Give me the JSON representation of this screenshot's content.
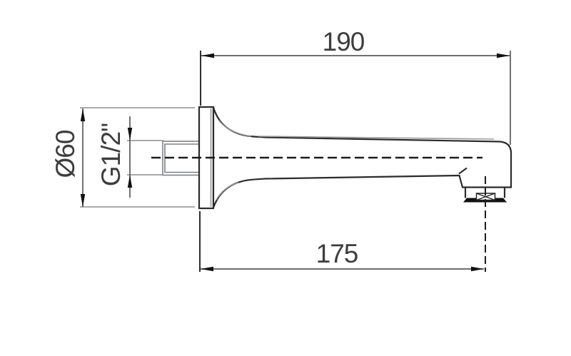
{
  "figure": {
    "dimensions": {
      "length_overall": "190",
      "length_to_outlet": "175",
      "flange_diameter": "Ø60",
      "thread_size": "G1/2\""
    },
    "colors": {
      "background": "#ffffff",
      "outline": "#2b2b2b",
      "shading_line": "#9a9a9a",
      "dimension_line": "#5a5a5a",
      "extension_line": "#8e8e8e",
      "arrowhead": "#111111",
      "text": "#3d3d3d",
      "centerline": "#1c1c1c"
    }
  }
}
